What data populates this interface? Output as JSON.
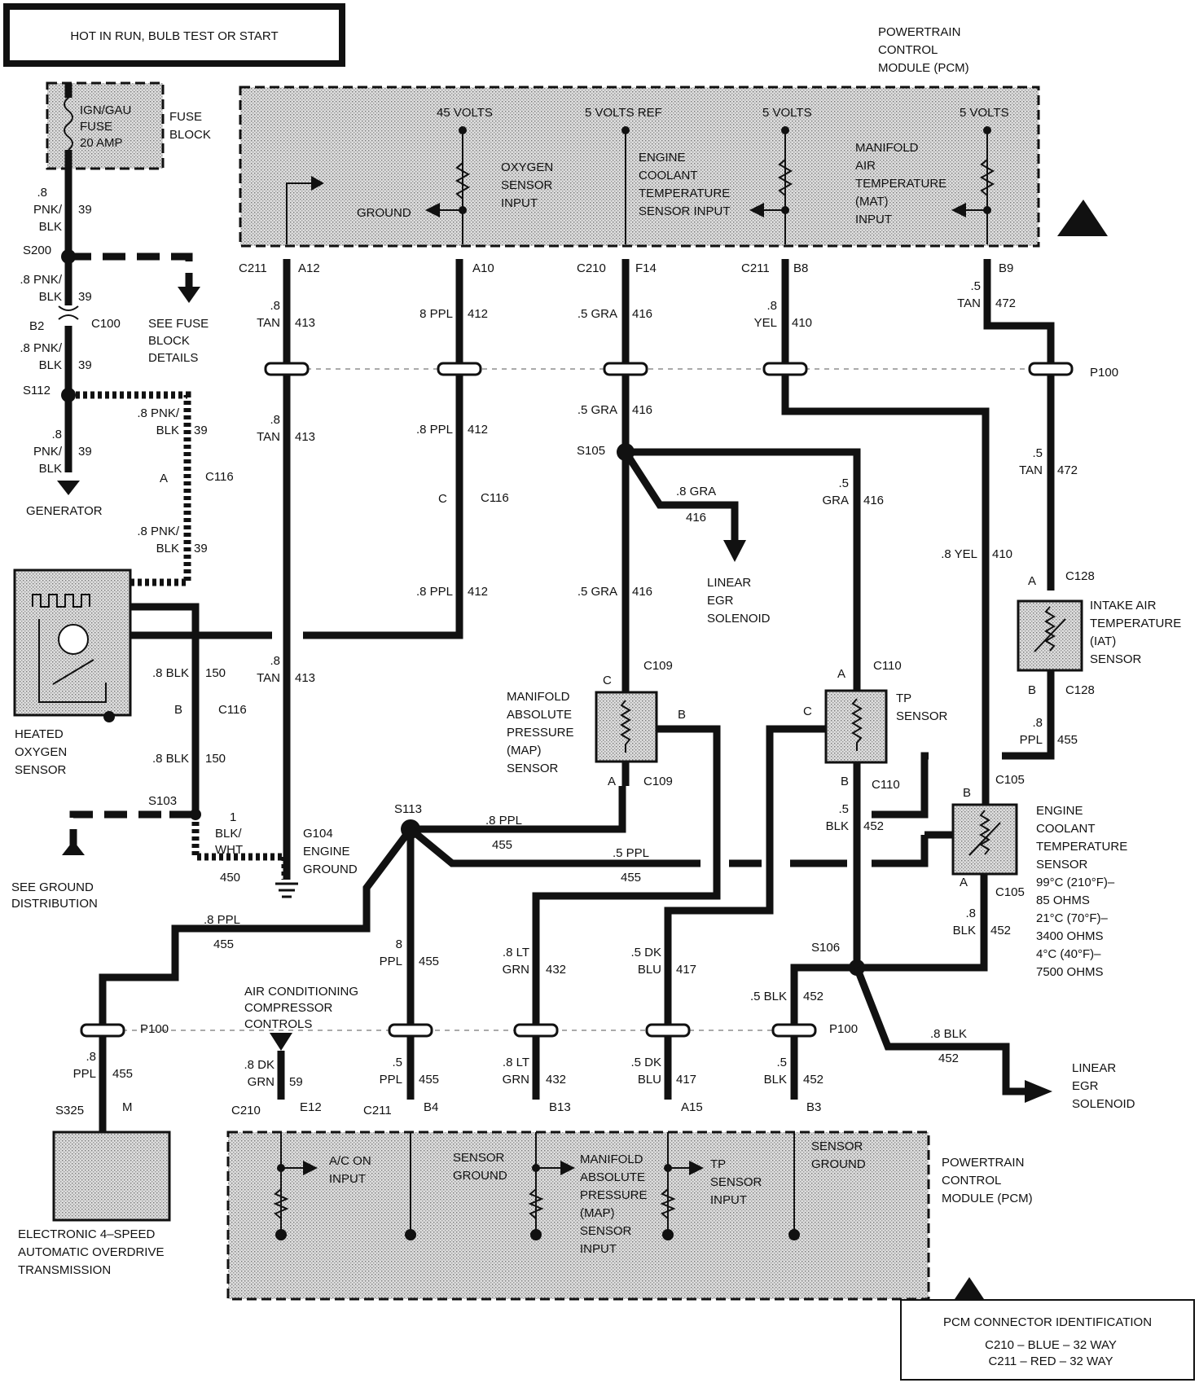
{
  "header": {
    "title": "HOT IN RUN, BULB TEST OR START"
  },
  "pcm_top": {
    "label": [
      "POWERTRAIN",
      "CONTROL",
      "MODULE (PCM)"
    ]
  },
  "pcm_bottom": {
    "label": [
      "POWERTRAIN",
      "CONTROL",
      "MODULE (PCM)"
    ]
  },
  "fuse": {
    "label": [
      "IGN/GAU",
      "FUSE",
      "20 AMP"
    ],
    "block": [
      "FUSE",
      "BLOCK"
    ]
  },
  "pcm_inputs_top": {
    "volts_45": "45 VOLTS",
    "volts_ref": "5 VOLTS REF",
    "volts_5a": "5 VOLTS",
    "volts_5b": "5 VOLTS",
    "ground": "GROUND",
    "oxygen": [
      "OXYGEN",
      "SENSOR",
      "INPUT"
    ],
    "coolant": [
      "ENGINE",
      "COOLANT",
      "TEMPERATURE",
      "SENSOR INPUT"
    ],
    "mat": [
      "MANIFOLD",
      "AIR",
      "TEMPERATURE",
      "(MAT)",
      "INPUT"
    ]
  },
  "pcm_inputs_bottom": {
    "ac": [
      "A/C ON",
      "INPUT"
    ],
    "sensor_ground_1": [
      "SENSOR",
      "GROUND"
    ],
    "map": [
      "MANIFOLD",
      "ABSOLUTE",
      "PRESSURE",
      "(MAP)",
      "SENSOR",
      "INPUT"
    ],
    "tp": [
      "TP",
      "SENSOR",
      "INPUT"
    ],
    "sensor_ground_2": [
      "SENSOR",
      "GROUND"
    ]
  },
  "connectors": {
    "c211_top": "C211",
    "a12": "A12",
    "a10": "A10",
    "c210_top": "C210",
    "f14": "F14",
    "c211_mid": "C211",
    "b8": "B8",
    "b9": "B9",
    "s200": "S200",
    "b2": "B2",
    "c100": "C100",
    "s112": "S112",
    "c116_a": "A",
    "c116_a_name": "C116",
    "c116_c": "C",
    "c116_c_name": "C116",
    "c116_b": "B",
    "c116_b_name": "C116",
    "s105": "S105",
    "s103": "S103",
    "s113": "S113",
    "s106": "S106",
    "p100_right": "P100",
    "p100_left": "P100",
    "p100_bottom": "P100",
    "c109_c": "C",
    "c109_top": "C109",
    "c109_b": "B",
    "c109_a": "A",
    "c109_bot": "C109",
    "c110_a": "A",
    "c110_top": "C110",
    "c110_c": "C",
    "c110_b": "B",
    "c110_bot": "C110",
    "c128_a": "A",
    "c128_top": "C128",
    "c128_b": "B",
    "c128_bot": "C128",
    "c105_b": "B",
    "c105_top": "C105",
    "c105_a": "A",
    "c105_bot": "C105",
    "s325": "S325",
    "m": "M",
    "c210_bot": "C210",
    "e12": "E12",
    "c211_bot": "C211",
    "b4": "B4",
    "b13": "B13",
    "a15": "A15",
    "b3": "B3"
  },
  "wires": {
    "w39a_g": ".8",
    "w39a_c1": "PNK/",
    "w39a_c2": "BLK",
    "w39a_n": "39",
    "w39b_c1": ".8 PNK/",
    "w39b_c2": "BLK",
    "w39b_n": "39",
    "w39c_c1": ".8 PNK/",
    "w39c_c2": "BLK",
    "w39c_n": "39",
    "w39d_g": ".8",
    "w39d_c1": "PNK/",
    "w39d_c2": "BLK",
    "w39d_n": "39",
    "w39e_c1": ".8 PNK/",
    "w39e_c2": "BLK",
    "w39e_n": "39",
    "w39f_c1": ".8 PNK/",
    "w39f_c2": "BLK",
    "w39f_n": "39",
    "w413a_g": ".8",
    "w413a_c": "TAN",
    "w413a_n": "413",
    "w413b_g": ".8",
    "w413b_c": "TAN",
    "w413b_n": "413",
    "w413c_g": ".8",
    "w413c_c": "TAN",
    "w413c_n": "413",
    "w412a_c": "8 PPL",
    "w412a_n": "412",
    "w412b_c": ".8 PPL",
    "w412b_n": "412",
    "w412c_c": ".8 PPL",
    "w412c_n": "412",
    "w416a_c": ".5 GRA",
    "w416a_n": "416",
    "w416b_c": ".5 GRA",
    "w416b_n": "416",
    "w416c_c": ".8 GRA",
    "w416c_n": "416",
    "w416d_c": ".5 GRA",
    "w416d_n": "416",
    "w416e_g": ".5",
    "w416e_c": "GRA",
    "w416e_n": "416",
    "w410a_g": ".8",
    "w410a_c": "YEL",
    "w410a_n": "410",
    "w410b_c": ".8 YEL",
    "w410b_n": "410",
    "w472a_g": ".5",
    "w472a_c": "TAN",
    "w472a_n": "472",
    "w472b_g": ".5",
    "w472b_c": "TAN",
    "w472b_n": "472",
    "w150a_c": ".8 BLK",
    "w150a_n": "150",
    "w150b_c": ".8 BLK",
    "w150b_n": "150",
    "w450_g": "1",
    "w450_c1": "BLK/",
    "w450_c2": "WHT",
    "w450_n": "450",
    "w455a_c": ".8 PPL",
    "w455a_n": "455",
    "w455b_c": ".5 PPL",
    "w455b_n": "455",
    "w455c_g": ".5",
    "w455c_c": "PPL",
    "w455c_n": "455",
    "w455d_c": ".8 PPL",
    "w455d_n": "455",
    "w455e_g": "8",
    "w455e_c": "PPL",
    "w455e_n": "455",
    "w455f_g": ".8",
    "w455f_c": "PPL",
    "w455f_n": "455",
    "w455g_g": ".8",
    "w455g_c": "PPL",
    "w455g_n": "455",
    "w452a_g": ".5",
    "w452a_c": "BLK",
    "w452a_n": "452",
    "w452b_g": ".8",
    "w452b_c": "BLK",
    "w452b_n": "452",
    "w452c_c": ".5 BLK",
    "w452c_n": "452",
    "w452d_c": ".8 BLK",
    "w452d_n": "452",
    "w452e_g": ".5",
    "w452e_c": "BLK",
    "w452e_n": "452",
    "w432a_c1": ".8 LT",
    "w432a_c2": "GRN",
    "w432a_n": "432",
    "w432b_c1": ".8 LT",
    "w432b_c2": "GRN",
    "w432b_n": "432",
    "w417a_c1": ".5 DK",
    "w417a_c2": "BLU",
    "w417a_n": "417",
    "w417b_c1": ".5 DK",
    "w417b_c2": "BLU",
    "w417b_n": "417",
    "w59_c1": ".8 DK",
    "w59_c2": "GRN",
    "w59_n": "59"
  },
  "components": {
    "generator": "GENERATOR",
    "see_fuse": [
      "SEE FUSE",
      "BLOCK",
      "DETAILS"
    ],
    "heated_o2": [
      "HEATED",
      "OXYGEN",
      "SENSOR"
    ],
    "see_ground": [
      "SEE GROUND",
      "DISTRIBUTION"
    ],
    "engine_ground": [
      "G104",
      "ENGINE",
      "GROUND"
    ],
    "egr1": [
      "LINEAR",
      "EGR",
      "SOLENOID"
    ],
    "egr2": [
      "LINEAR",
      "EGR",
      "SOLENOID"
    ],
    "map_sensor": [
      "MANIFOLD",
      "ABSOLUTE",
      "PRESSURE",
      "(MAP)",
      "SENSOR"
    ],
    "tp_sensor": [
      "TP",
      "SENSOR"
    ],
    "iat_sensor": [
      "INTAKE AIR",
      "TEMPERATURE",
      "(IAT)",
      "SENSOR"
    ],
    "ect_sensor": [
      "ENGINE",
      "COOLANT",
      "TEMPERATURE",
      "SENSOR"
    ],
    "ect_values": [
      "99°C (210°F)–",
      "85 OHMS",
      "21°C (70°F)–",
      "3400 OHMS",
      "4°C (40°F)–",
      "7500 OHMS"
    ],
    "ac_controls": [
      "AIR CONDITIONING",
      "COMPRESSOR",
      "CONTROLS"
    ],
    "trans": [
      "ELECTRONIC 4–SPEED",
      "AUTOMATIC OVERDRIVE",
      "TRANSMISSION"
    ]
  },
  "legend": {
    "title": "PCM CONNECTOR IDENTIFICATION",
    "rows": [
      "C210 – BLUE   – 32 WAY",
      "C211 – RED    – 32 WAY"
    ]
  }
}
